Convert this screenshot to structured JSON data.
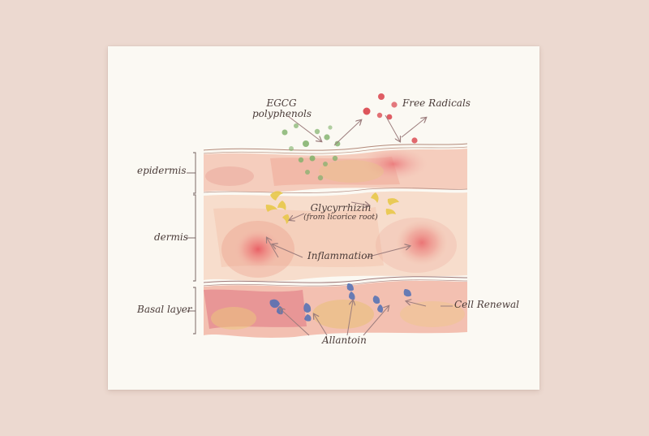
{
  "layers": {
    "epidermis": "epidermis",
    "dermis": "dermis",
    "basal": "Basal layer"
  },
  "annotations": {
    "egcg_line1": "EGCG",
    "egcg_line2": "polyphenols",
    "free_radicals": "Free Radicals",
    "glycyrrhizin": "Glycyrrhizin",
    "glycyrrhizin_source": "(from licorice root)",
    "inflammation": "Inflammation",
    "allantoin": "Allantoin",
    "cell_renewal": "Cell Renewal"
  },
  "colors": {
    "background": "#ecd9d0",
    "paper": "#fbf9f3",
    "egcg": "#7fb069",
    "free_radical": "#d9424a",
    "glycyrrhizin": "#e8c84a",
    "allantoin": "#4f6fb5",
    "inflammation": "#e8666a",
    "arrow": "#9c7d7d"
  }
}
